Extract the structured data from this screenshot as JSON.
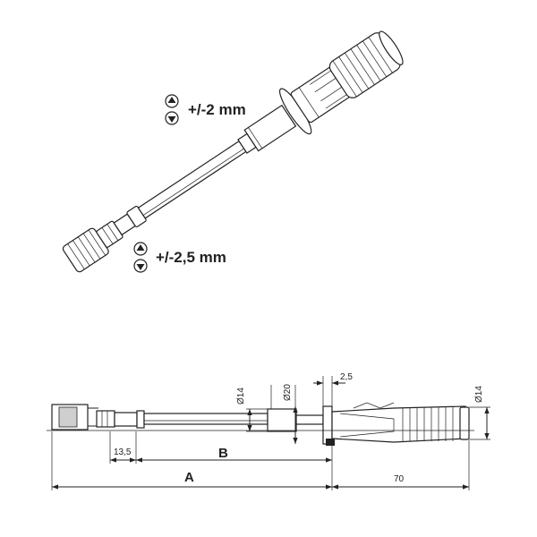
{
  "adjust_top": {
    "text": "+/-2 mm",
    "up_icon": "arrow-up-circle-icon",
    "down_icon": "arrow-down-circle-icon"
  },
  "adjust_bottom": {
    "text": "+/-2,5 mm",
    "up_icon": "arrow-up-circle-icon",
    "down_icon": "arrow-down-circle-icon"
  },
  "dimensions": {
    "d14_left": "Ø14",
    "d20": "Ø20",
    "d14_right": "Ø14",
    "gap": "2,5",
    "short": "13,5",
    "b": "B",
    "a": "A",
    "end": "70"
  }
}
